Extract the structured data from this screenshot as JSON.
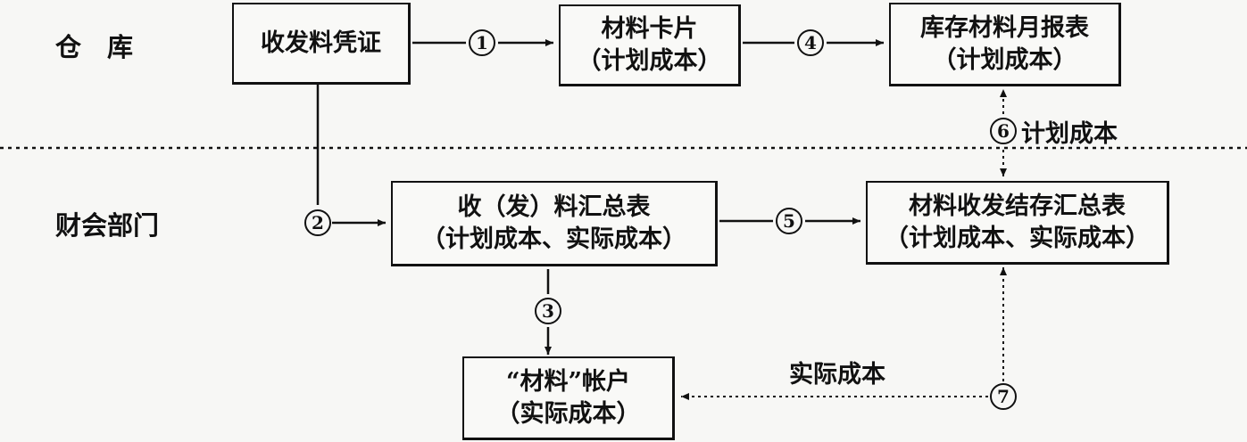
{
  "sections": {
    "warehouse": "仓　库",
    "finance": "财会部门"
  },
  "boxes": {
    "voucher": {
      "line1": "收发料凭证"
    },
    "material_card": {
      "line1": "材料卡片",
      "line2": "（计划成本）"
    },
    "monthly_report": {
      "line1": "库存材料月报表",
      "line2": "（计划成本）"
    },
    "summary_table": {
      "line1": "收（发）料汇总表",
      "line2": "（计划成本、实际成本）"
    },
    "stock_summary": {
      "line1": "材料收发结存汇总表",
      "line2": "（计划成本、实际成本）"
    },
    "material_account": {
      "line1": "“材料”帐户",
      "line2": "（实际成本）"
    }
  },
  "steps": {
    "s1": "1",
    "s2": "2",
    "s3": "3",
    "s4": "4",
    "s5": "5",
    "s6": "6",
    "s7": "7"
  },
  "annotations": {
    "planned_cost": "计划成本",
    "actual_cost": "实际成本"
  }
}
